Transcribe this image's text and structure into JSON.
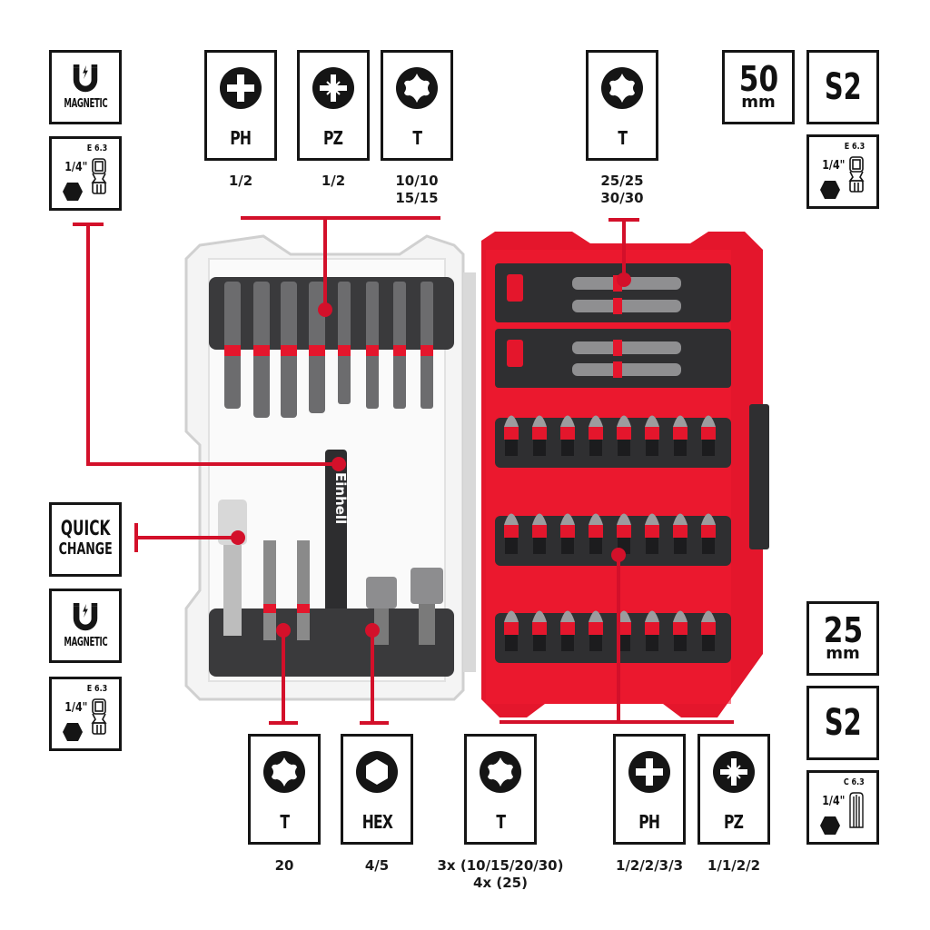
{
  "brand": {
    "logo_text": "Einhell",
    "accent_color": "#d3102a",
    "case_color": "#e4162c",
    "insert_color": "#3a3a3c"
  },
  "features_top_left": {
    "magnetic": {
      "icon": "magnet-icon",
      "label": "MAGNETIC"
    },
    "shank": {
      "standard": "E 6.3",
      "size": "1/4\"",
      "icon": "hex-shank-icon"
    }
  },
  "top_bits": [
    {
      "icon": "phillips-icon",
      "code": "PH",
      "sizes": [
        "1/2"
      ]
    },
    {
      "icon": "pozidriv-icon",
      "code": "PZ",
      "sizes": [
        "1/2"
      ]
    },
    {
      "icon": "torx-icon",
      "code": "T",
      "sizes": [
        "10/10",
        "15/15"
      ]
    },
    {
      "icon": "torx-icon",
      "code": "T",
      "sizes": [
        "25/25",
        "30/30"
      ]
    }
  ],
  "specs_top_right": {
    "length": {
      "value": "50",
      "unit": "mm"
    },
    "material": "S2",
    "shank": {
      "standard": "E 6.3",
      "size": "1/4\""
    }
  },
  "features_left": {
    "quick_change": {
      "line1": "QUICK",
      "line2": "CHANGE"
    },
    "magnetic": {
      "label": "MAGNETIC"
    },
    "shank": {
      "standard": "E 6.3",
      "size": "1/4\""
    }
  },
  "specs_right": {
    "length": {
      "value": "25",
      "unit": "mm"
    },
    "material": "S2",
    "shank": {
      "standard": "C 6.3",
      "size": "1/4\""
    }
  },
  "bottom_bits": [
    {
      "icon": "torx-icon",
      "code": "T",
      "sizes": [
        "20"
      ]
    },
    {
      "icon": "hex-socket-icon",
      "code": "HEX",
      "sizes": [
        "4/5"
      ]
    },
    {
      "icon": "torx-icon",
      "code": "T",
      "sizes": [
        "3x (10/15/20/30)",
        "4x (25)"
      ]
    },
    {
      "icon": "phillips-icon",
      "code": "PH",
      "sizes": [
        "1/2/2/3/3"
      ]
    },
    {
      "icon": "pozidriv-icon",
      "code": "PZ",
      "sizes": [
        "1/1/2/2"
      ]
    }
  ]
}
